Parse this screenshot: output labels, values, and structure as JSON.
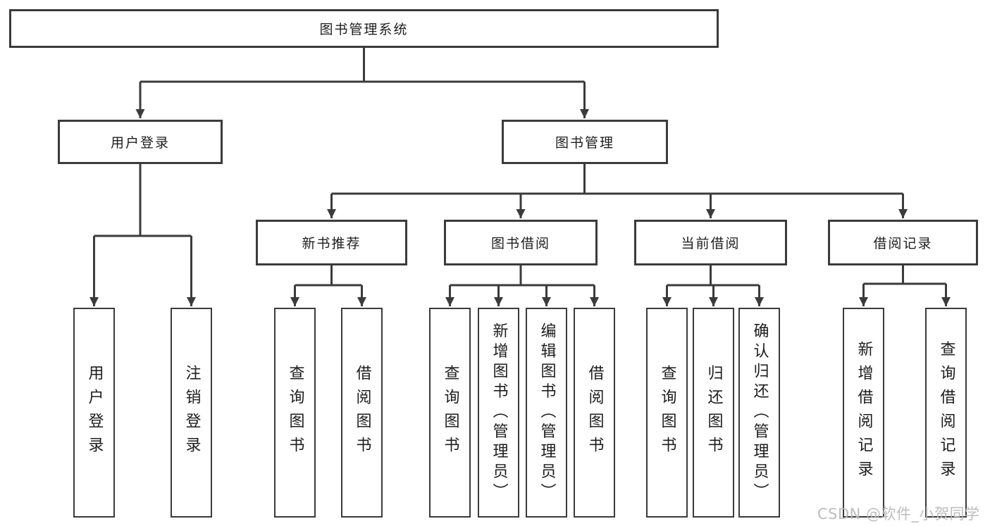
{
  "diagram": {
    "root": {
      "label": "图书管理系统"
    },
    "level2": {
      "login": {
        "label": "用户登录"
      },
      "management": {
        "label": "图书管理"
      }
    },
    "login_children": [
      {
        "label": "用户登录"
      },
      {
        "label": "注销登录"
      }
    ],
    "groups": [
      {
        "label": "新书推荐",
        "children": [
          {
            "label": "查询图书"
          },
          {
            "label": "借阅图书"
          }
        ]
      },
      {
        "label": "图书借阅",
        "children": [
          {
            "label": "查询图书"
          },
          {
            "label": "新增图书（管理员）"
          },
          {
            "label": "编辑图书（管理员）"
          },
          {
            "label": "借阅图书"
          }
        ]
      },
      {
        "label": "当前借阅",
        "children": [
          {
            "label": "查询图书"
          },
          {
            "label": "归还图书"
          },
          {
            "label": "确认归还（管理员）"
          }
        ]
      },
      {
        "label": "借阅记录",
        "children": [
          {
            "label": "新增借阅记录"
          },
          {
            "label": "查询借阅记录"
          }
        ]
      }
    ]
  },
  "watermark": {
    "text": "CSDN @软件_小贺同学"
  },
  "colors": {
    "line": "#3b3b3b",
    "box_border": "#3b3b3b",
    "text": "#1d1d1d",
    "watermark": "#b9b9b9",
    "background": "#ffffff"
  }
}
